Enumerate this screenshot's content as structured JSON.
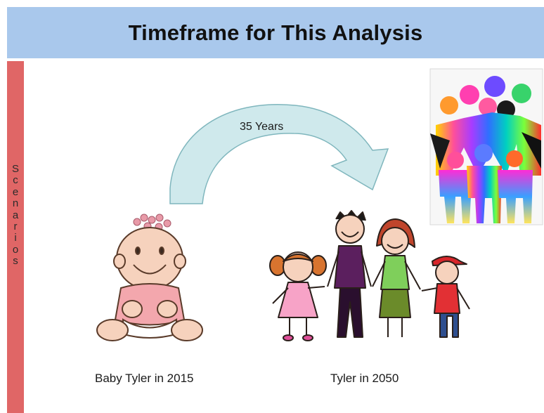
{
  "slide": {
    "title": "Timeframe for This Analysis",
    "side_label": "Scenarios"
  },
  "arrow": {
    "label": "35 Years"
  },
  "baby": {
    "caption": "Baby Tyler  in 2015"
  },
  "family": {
    "caption": "Tyler in 2050"
  },
  "colors": {
    "title_bar": "#a9c8ec",
    "side_bar": "#e06666",
    "arrow_fill": "#cfe9ec",
    "arrow_stroke": "#7fb6bd"
  },
  "icons": [
    "baby-illustration",
    "family-illustration",
    "rainbow-people-illustration",
    "curved-arrow-icon"
  ]
}
